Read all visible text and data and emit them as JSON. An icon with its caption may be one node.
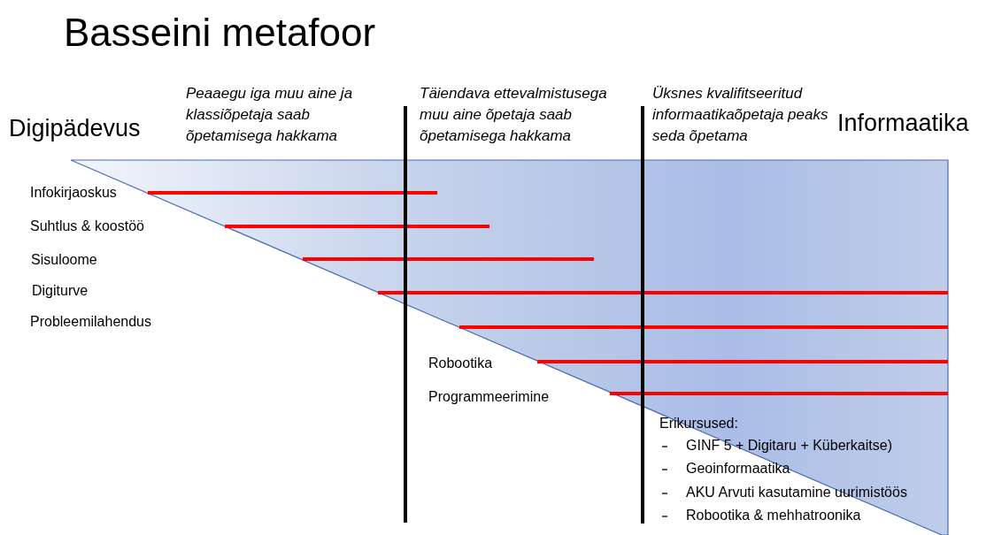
{
  "diagram": {
    "title": "Basseini metafoor",
    "labels": [
      "Peaaegu iga muu aine ja klassiõpetaja saab õpetamisega hakkama",
      "Täiendava ettevalmistusega muu aine õpetaja saab õpetamisega hakkama",
      "Üksnes kvalifitseeritud informaatikaõpetaja peaks seda õpetama",
      "Digipädevus",
      "Informaatika",
      "Infokirjaoskus",
      "Suhtlus & koostöö",
      "Sisuloome",
      "Digiturve",
      "Probleemilahendus",
      "Robootika",
      "Programmeerimine",
      "Erikursused:",
      "GINF 5 + Digitaru + Küberkaitse)",
      "Geoinformaatika",
      "AKU Arvuti kasutamine uurimistöös",
      "Robootika & mehhatroonika"
    ]
  }
}
